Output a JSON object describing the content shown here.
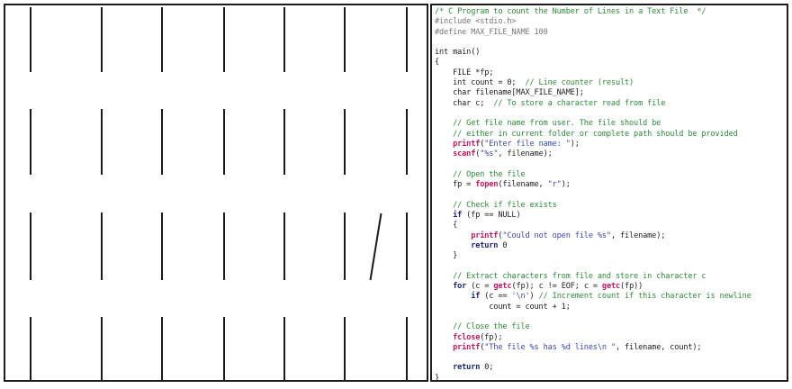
{
  "puzzle": {
    "column_count": 7,
    "row_count": 4,
    "slanted_stick": {
      "row": 2,
      "gap": 5
    },
    "stroke_color": "#1a1a1a"
  },
  "code": {
    "lines": [
      [
        [
          "comment",
          "/* C Program to count the Number of Lines in a Text File  */"
        ]
      ],
      [
        [
          "pre",
          "#include <stdio.h>"
        ]
      ],
      [
        [
          "pre",
          "#define MAX_FILE_NAME 100"
        ]
      ],
      [],
      [
        [
          "plain",
          "int main()"
        ]
      ],
      [
        [
          "plain",
          "{"
        ]
      ],
      [
        [
          "plain",
          "    FILE *fp;"
        ]
      ],
      [
        [
          "plain",
          "    int count = 0;  "
        ],
        [
          "comment",
          "// Line counter (result)"
        ]
      ],
      [
        [
          "plain",
          "    char filename[MAX_FILE_NAME];"
        ]
      ],
      [
        [
          "plain",
          "    char c;  "
        ],
        [
          "comment",
          "// To store a character read from file"
        ]
      ],
      [],
      [
        [
          "comment",
          "    // Get file name from user. The file should be"
        ]
      ],
      [
        [
          "comment",
          "    // either in current folder or complete path should be provided"
        ]
      ],
      [
        [
          "fn",
          "    printf"
        ],
        [
          "plain",
          "("
        ],
        [
          "str",
          "\"Enter file name: \""
        ],
        [
          "plain",
          ");"
        ]
      ],
      [
        [
          "fn",
          "    scanf"
        ],
        [
          "plain",
          "("
        ],
        [
          "str",
          "\"%s\""
        ],
        [
          "plain",
          ", filename);"
        ]
      ],
      [],
      [
        [
          "comment",
          "    // Open the file"
        ]
      ],
      [
        [
          "plain",
          "    fp = "
        ],
        [
          "fn",
          "fopen"
        ],
        [
          "plain",
          "(filename, "
        ],
        [
          "str",
          "\"r\""
        ],
        [
          "plain",
          ");"
        ]
      ],
      [],
      [
        [
          "comment",
          "    // Check if file exists"
        ]
      ],
      [
        [
          "kw",
          "    if"
        ],
        [
          "plain",
          " (fp == NULL)"
        ]
      ],
      [
        [
          "plain",
          "    {"
        ]
      ],
      [
        [
          "fn",
          "        printf"
        ],
        [
          "plain",
          "("
        ],
        [
          "str",
          "\"Could not open file %s\""
        ],
        [
          "plain",
          ", filename);"
        ]
      ],
      [
        [
          "kw",
          "        return"
        ],
        [
          "plain",
          " 0"
        ]
      ],
      [
        [
          "plain",
          "    }"
        ]
      ],
      [],
      [
        [
          "comment",
          "    // Extract characters from file and store in character c"
        ]
      ],
      [
        [
          "kw",
          "    for"
        ],
        [
          "plain",
          " (c = "
        ],
        [
          "fn",
          "getc"
        ],
        [
          "plain",
          "(fp); c != EOF; c = "
        ],
        [
          "fn",
          "getc"
        ],
        [
          "plain",
          "(fp))"
        ]
      ],
      [
        [
          "kw",
          "        if"
        ],
        [
          "plain",
          " (c == "
        ],
        [
          "str",
          "'\\n'"
        ],
        [
          "plain",
          ") "
        ],
        [
          "comment",
          "// Increment count if this character is newline"
        ]
      ],
      [
        [
          "plain",
          "            count = count + 1;"
        ]
      ],
      [],
      [
        [
          "comment",
          "    // Close the file"
        ]
      ],
      [
        [
          "fn",
          "    fclose"
        ],
        [
          "plain",
          "(fp);"
        ]
      ],
      [
        [
          "fn",
          "    printf"
        ],
        [
          "plain",
          "("
        ],
        [
          "str",
          "\"The file %s has %d lines\\n \""
        ],
        [
          "plain",
          ", filename, count);"
        ]
      ],
      [],
      [
        [
          "kw",
          "    return"
        ],
        [
          "plain",
          " 0;"
        ]
      ],
      [
        [
          "plain",
          "}"
        ]
      ]
    ]
  }
}
